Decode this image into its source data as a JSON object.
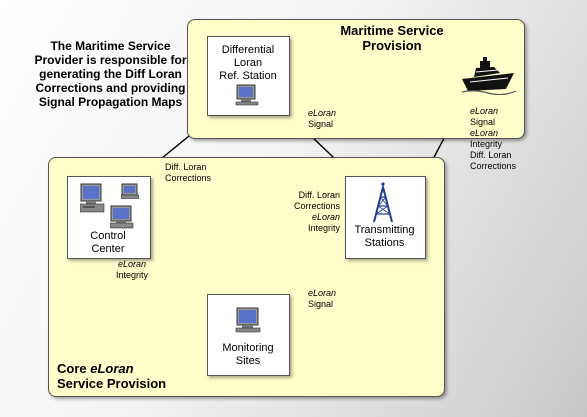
{
  "note": "The Maritime Service Provider is responsible for generating the Diff Loran Corrections and providing Signal Propagation Maps",
  "regions": {
    "maritime": {
      "title_line1": "Maritime Service",
      "title_line2": "Provision"
    },
    "core": {
      "title_prefix": "Core ",
      "title_em": "eLoran",
      "title_line2": "Service Provision"
    }
  },
  "nodes": {
    "ref_station": {
      "line1": "Differential",
      "line2": "Loran",
      "line3": "Ref. Station"
    },
    "control_center": {
      "line1": "Control",
      "line2": "Center"
    },
    "transmitting": {
      "line1": "Transmitting",
      "line2": "Stations"
    },
    "monitoring": {
      "line1": "Monitoring",
      "line2": "Sites"
    }
  },
  "edge_labels": {
    "ref_to_control": {
      "line1": "Diff. Loran",
      "line2": "Corrections"
    },
    "tx_to_ref": {
      "line1": "eLoran",
      "line2": "Signal"
    },
    "control_to_tx": {
      "line1": "Diff. Loran",
      "line2": "Corrections",
      "line3": "eLoran",
      "line4": "Integrity"
    },
    "tx_to_control": {
      "line1": "eLoran",
      "line2": "Integrity"
    },
    "tx_to_monitor": {
      "line1": "eLoran",
      "line2": "Signal"
    },
    "tx_to_ship": {
      "line1": "eLoran",
      "line2": "Signal",
      "line3": "eLoran",
      "line4": "Integrity",
      "line5": "Diff. Loran",
      "line6": "Corrections"
    }
  },
  "icons": {
    "ship": "ship-icon",
    "tower": "radio-tower-icon",
    "computer": "computer-icon"
  },
  "colors": {
    "region_fill": "#ffffcc",
    "node_fill": "#ffffff",
    "arrow": "#000000",
    "screen": "#5a73c8"
  }
}
